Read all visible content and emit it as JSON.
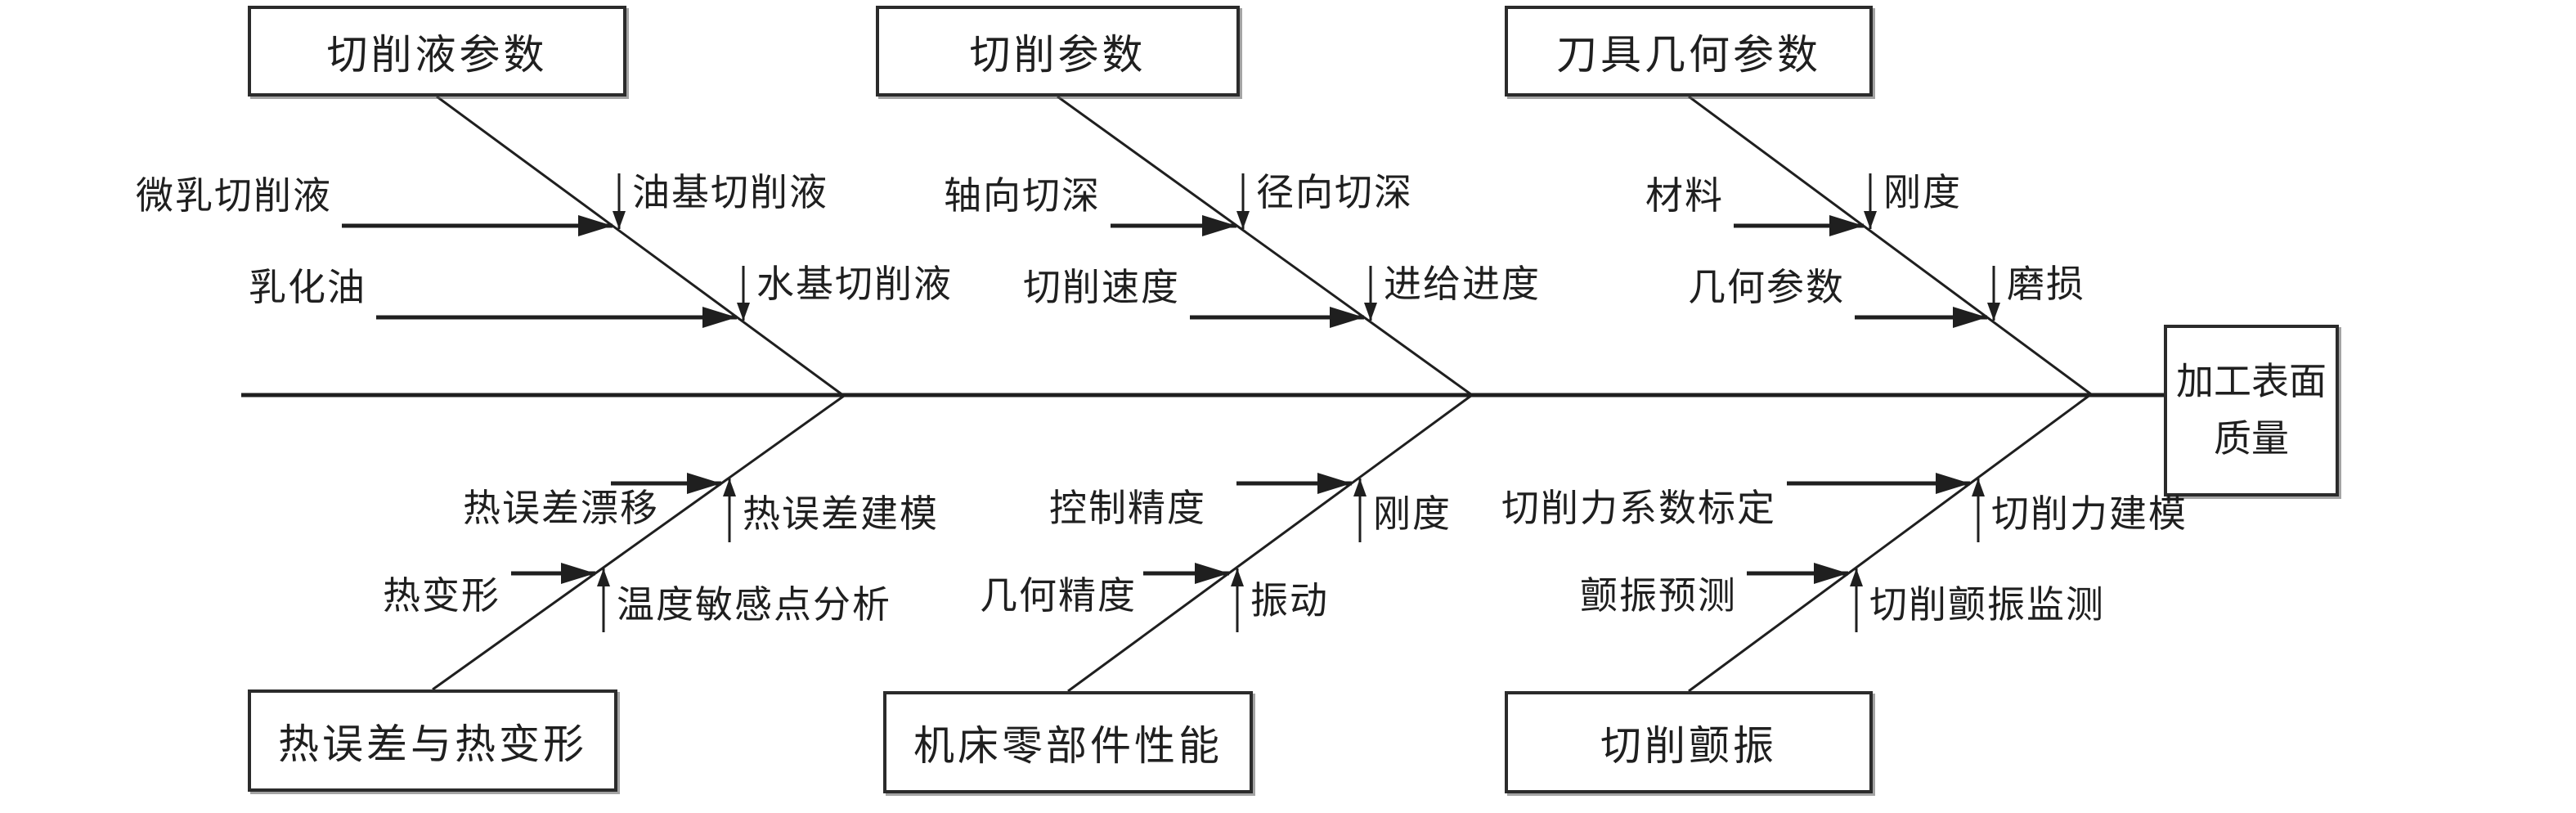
{
  "colors": {
    "ink": "#1f1f1f",
    "background": "#ffffff"
  },
  "diagram": {
    "type": "fishbone",
    "effect": {
      "label": "加工表面质量",
      "line1": "加工表面",
      "line2": "质量"
    },
    "branches": [
      {
        "label": "切削液参数",
        "position": "top-left",
        "subs": [
          {
            "left_label": "微乳切削液",
            "right_label": "油基切削液"
          },
          {
            "left_label": "乳化油",
            "right_label": "水基切削液"
          }
        ]
      },
      {
        "label": "切削参数",
        "position": "top-middle",
        "subs": [
          {
            "left_label": "轴向切深",
            "right_label": "径向切深"
          },
          {
            "left_label": "切削速度",
            "right_label": "进给进度"
          }
        ]
      },
      {
        "label": "刀具几何参数",
        "position": "top-right",
        "subs": [
          {
            "left_label": "材料",
            "right_label": "刚度"
          },
          {
            "left_label": "几何参数",
            "right_label": "磨损"
          }
        ]
      },
      {
        "label": "热误差与热变形",
        "position": "bottom-left",
        "subs": [
          {
            "left_label": "热误差漂移",
            "right_label": "热误差建模"
          },
          {
            "left_label": "热变形",
            "right_label": "温度敏感点分析"
          }
        ]
      },
      {
        "label": "机床零部件性能",
        "position": "bottom-middle",
        "subs": [
          {
            "left_label": "控制精度",
            "right_label": "刚度"
          },
          {
            "left_label": "几何精度",
            "right_label": "振动"
          }
        ]
      },
      {
        "label": "切削颤振",
        "position": "bottom-right",
        "subs": [
          {
            "left_label": "切削力系数标定",
            "right_label": "切削力建模"
          },
          {
            "left_label": "颤振预测",
            "right_label": "切削颤振监测"
          }
        ]
      }
    ]
  }
}
